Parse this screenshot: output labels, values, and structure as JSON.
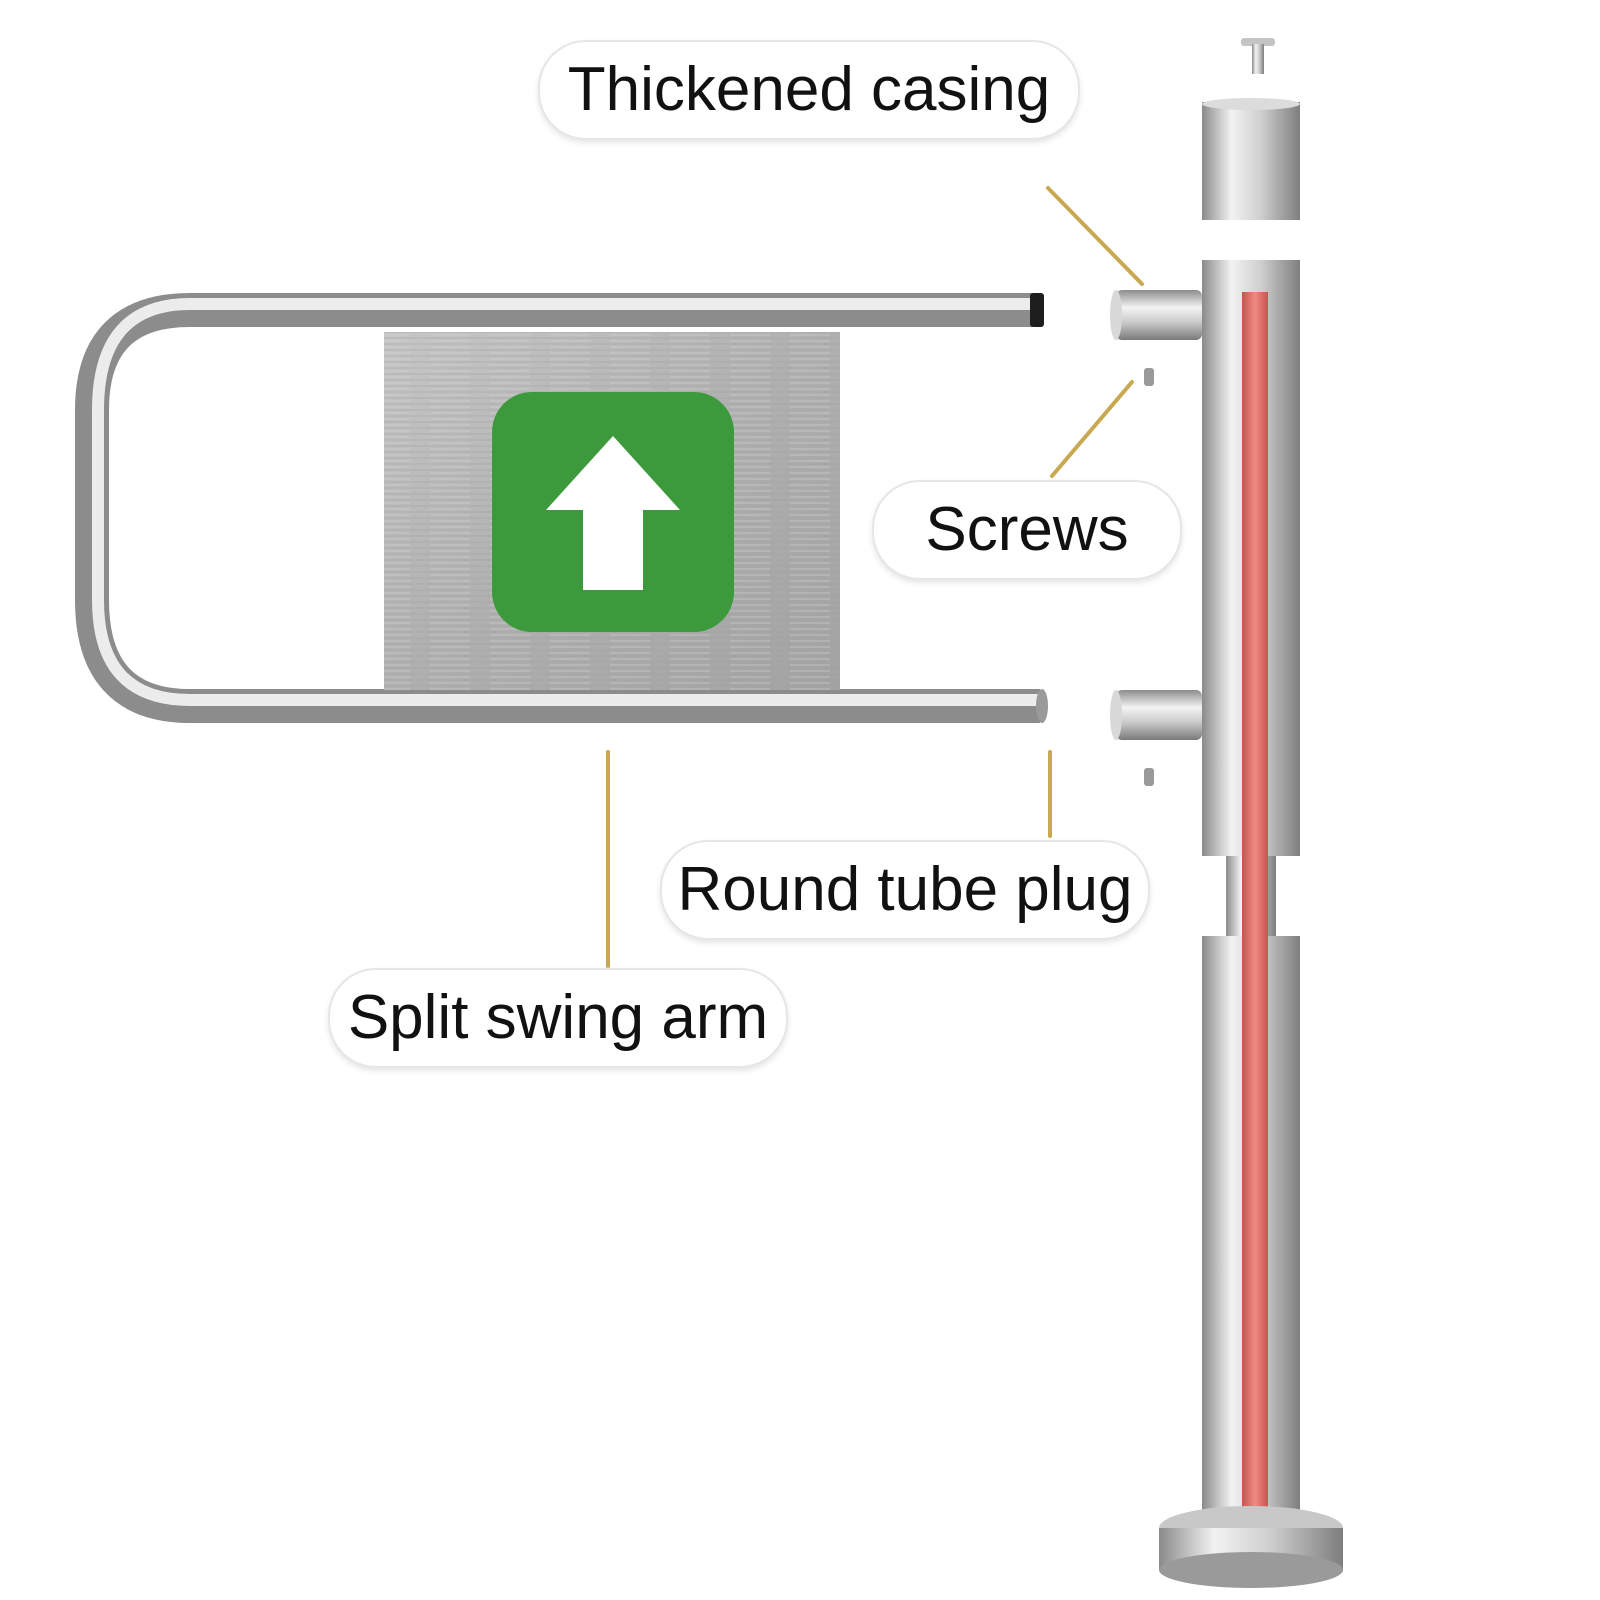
{
  "labels": {
    "thickened_casing": "Thickened casing",
    "screws": "Screws",
    "round_tube_plug": "Round tube plug",
    "split_swing_arm": "Split swing arm"
  },
  "colors": {
    "steel_light": "#f2f2f2",
    "steel_mid": "#bfbfbf",
    "steel_dark": "#8c8c8c",
    "sign_green": "#3c9a3c",
    "arrow_white": "#ffffff",
    "reflector_red": "#e0706a",
    "leader_gold": "#c8a850"
  },
  "icons": {
    "sign_icon": "up-arrow-icon"
  }
}
